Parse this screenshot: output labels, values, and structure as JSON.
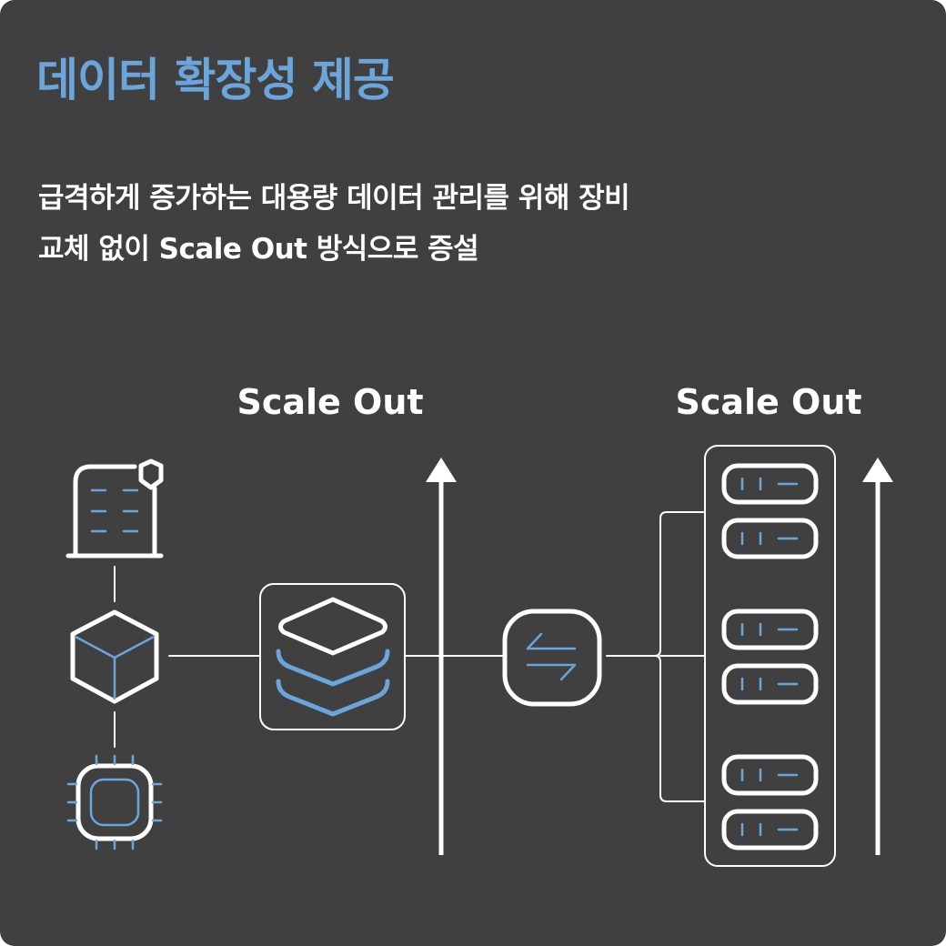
{
  "title": "데이터 확장성 제공",
  "description": [
    "급격하게 증가하는 대용량 데이터 관리를 위해 장비",
    "교체 없이 Scale Out 방식으로 증설"
  ],
  "diagram": {
    "left_label": "Scale Out",
    "right_label": "Scale Out",
    "nodes": [
      "document-shield-icon",
      "cube-icon",
      "chip-icon",
      "layers-icon",
      "swap-arrows-icon",
      "server-rack"
    ],
    "server_count": 6
  },
  "colors": {
    "background": "#404040",
    "accent": "#6aa5dc",
    "line": "#ffffff"
  }
}
